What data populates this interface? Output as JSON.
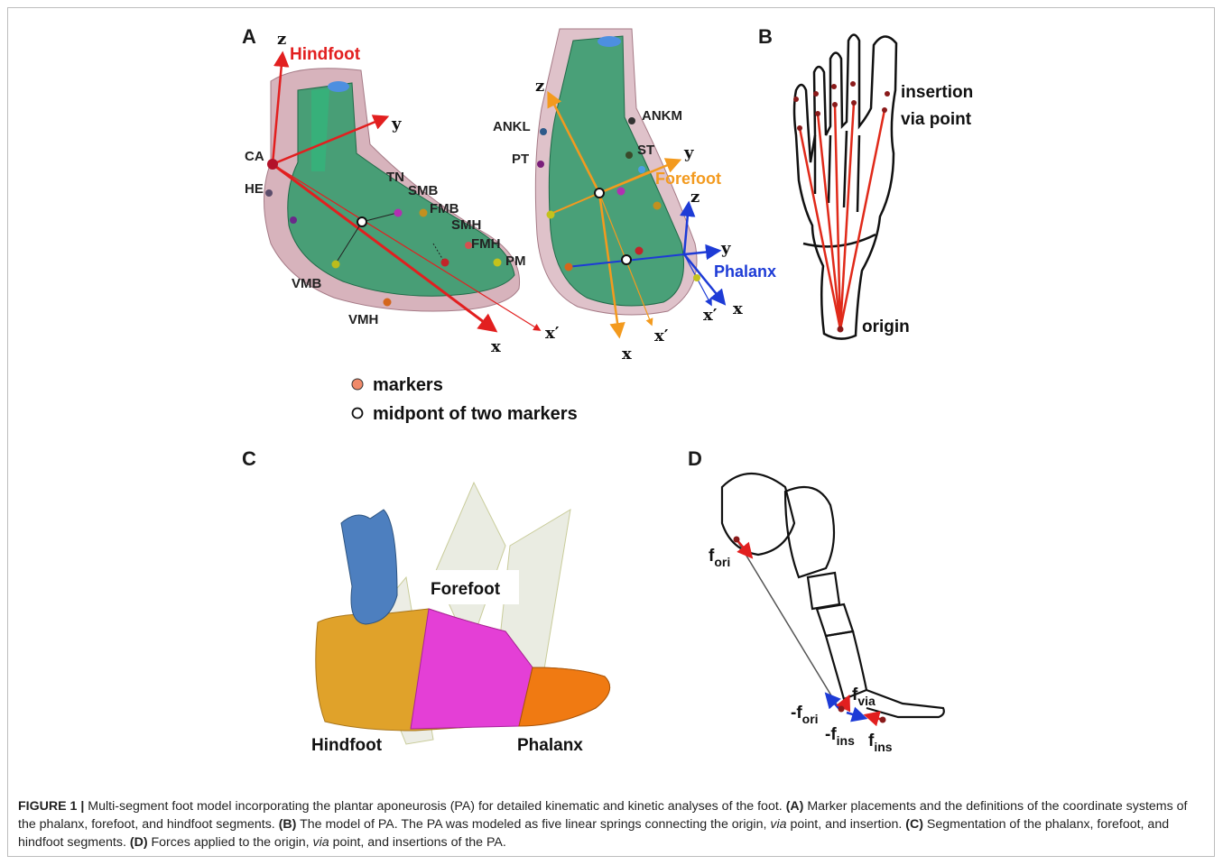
{
  "panels": {
    "a": {
      "label": "A",
      "segment_titles": {
        "hindfoot": "Hindfoot",
        "forefoot": "Forefoot",
        "phalanx": "Phalanx"
      },
      "axes": {
        "z": "z",
        "y": "y",
        "x": "x",
        "x_prime": "x′"
      },
      "markers": {
        "ca": "CA",
        "he": "HE",
        "tn": "TN",
        "smb": "SMB",
        "fmb": "FMB",
        "smh": "SMH",
        "fmh": "FMH",
        "pm": "PM",
        "vmb": "VMB",
        "vmh": "VMH",
        "ankl": "ANKL",
        "ankm": "ANKM",
        "pt": "PT",
        "st": "ST"
      },
      "legend": {
        "markers": "markers",
        "midpoint": "midpont of two markers"
      }
    },
    "b": {
      "label": "B",
      "insertion": "insertion",
      "via_point": "via point",
      "origin": "origin"
    },
    "c": {
      "label": "C",
      "forefoot": "Forefoot",
      "hindfoot": "Hindfoot",
      "phalanx": "Phalanx"
    },
    "d": {
      "label": "D",
      "forces": {
        "f_ori": {
          "base": "f",
          "sub": "ori"
        },
        "f_via": {
          "base": "f",
          "sub": "via"
        },
        "neg_f_ori": {
          "base": "-f",
          "sub": "ori"
        },
        "neg_f_ins": {
          "base": "-f",
          "sub": "ins"
        },
        "f_ins": {
          "base": "f",
          "sub": "ins"
        }
      }
    }
  },
  "colors": {
    "hindfoot_axis": "#e21f1f",
    "forefoot_axis": "#f39a1e",
    "phalanx_axis": "#1d3bd6",
    "bone_green": "#2f9a6a",
    "skin_pink": "#c99aa6",
    "seg_hindfoot": "#e0a22a",
    "seg_forefoot": "#e43fd6",
    "seg_phalanx": "#f07a12",
    "tibia_blue": "#4d7fbf",
    "spring_red": "#e02a1a"
  },
  "caption": {
    "label": "FIGURE 1 |",
    "title": "Multi-segment foot model incorporating the plantar aponeurosis (PA) for detailed kinematic and kinetic analyses of the foot.",
    "a_tag": "(A)",
    "a_text": "Marker placements and the definitions of the coordinate systems of the phalanx, forefoot, and hindfoot segments.",
    "b_tag": "(B)",
    "b_text": "The model of PA. The PA was modeled as five linear springs connecting the origin,",
    "via": "via",
    "b_text2": "point, and insertion.",
    "c_tag": "(C)",
    "c_text": "Segmentation of the phalanx, forefoot, and hindfoot segments.",
    "d_tag": "(D)",
    "d_text": "Forces applied to the origin,",
    "d_text2": "point, and insertions of the PA."
  }
}
